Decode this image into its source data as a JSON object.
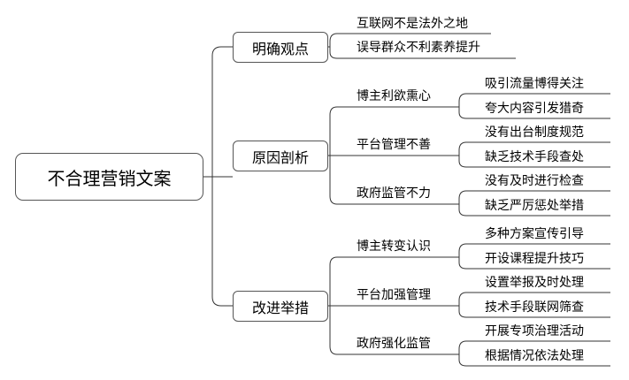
{
  "root": "不合理营销文案",
  "branches": [
    {
      "label": "明确观点",
      "items": [
        {
          "label": "互联网不是法外之地"
        },
        {
          "label": "误导群众不利素养提升"
        }
      ]
    },
    {
      "label": "原因剖析",
      "items": [
        {
          "label": "博主利欲熏心",
          "items": [
            "吸引流量博得关注",
            "夸大内容引发猎奇"
          ]
        },
        {
          "label": "平台管理不善",
          "items": [
            "没有出台制度规范",
            "缺乏技术手段查处"
          ]
        },
        {
          "label": "政府监管不力",
          "items": [
            "没有及时进行检查",
            "缺乏严厉惩处举措"
          ]
        }
      ]
    },
    {
      "label": "改进举措",
      "items": [
        {
          "label": "博主转变认识",
          "items": [
            "多种方案宣传引导",
            "开设课程提升技巧"
          ]
        },
        {
          "label": "平台加强管理",
          "items": [
            "设置举报及时处理",
            "技术手段联网筛查"
          ]
        },
        {
          "label": "政府强化监管",
          "items": [
            "开展专项治理活动",
            "根据情况依法处理"
          ]
        }
      ]
    }
  ]
}
